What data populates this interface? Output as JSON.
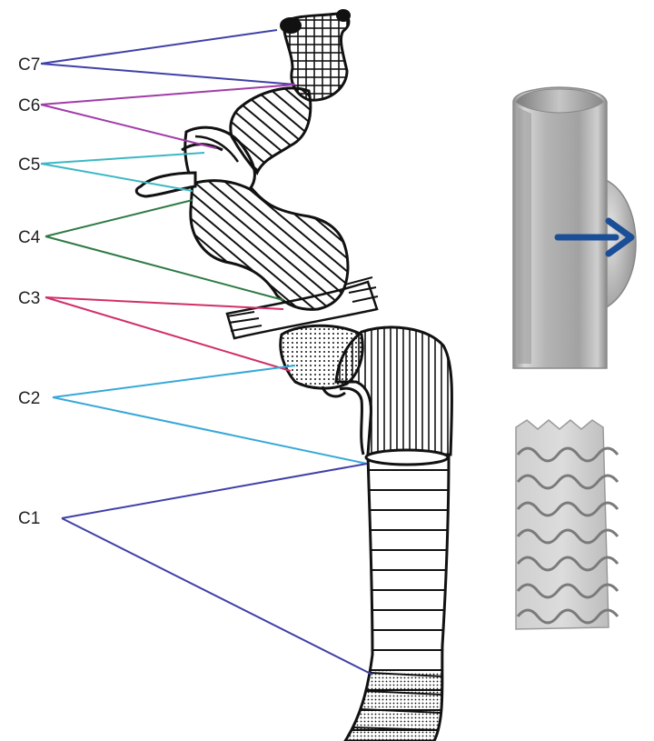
{
  "segments": [
    {
      "id": "C7",
      "label": "C7",
      "color": "#4040a8"
    },
    {
      "id": "C6",
      "label": "C6",
      "color": "#a03ca8"
    },
    {
      "id": "C5",
      "label": "C5",
      "color": "#3cb8c4"
    },
    {
      "id": "C4",
      "label": "C4",
      "color": "#2e7a44"
    },
    {
      "id": "C3",
      "label": "C3",
      "color": "#d0306a"
    },
    {
      "id": "C2",
      "label": "C2",
      "color": "#38a8d8"
    },
    {
      "id": "C1",
      "label": "C1",
      "color": "#4040a8"
    }
  ],
  "colors": {
    "outline": "#111111",
    "arrow": "#1a4e96",
    "stent_gray": "#b8b8b8"
  },
  "icons": {
    "arrow": "right-arrow-icon",
    "bulge_graft": "bulging-graft-tube-icon",
    "stent": "wavy-stent-icon"
  }
}
